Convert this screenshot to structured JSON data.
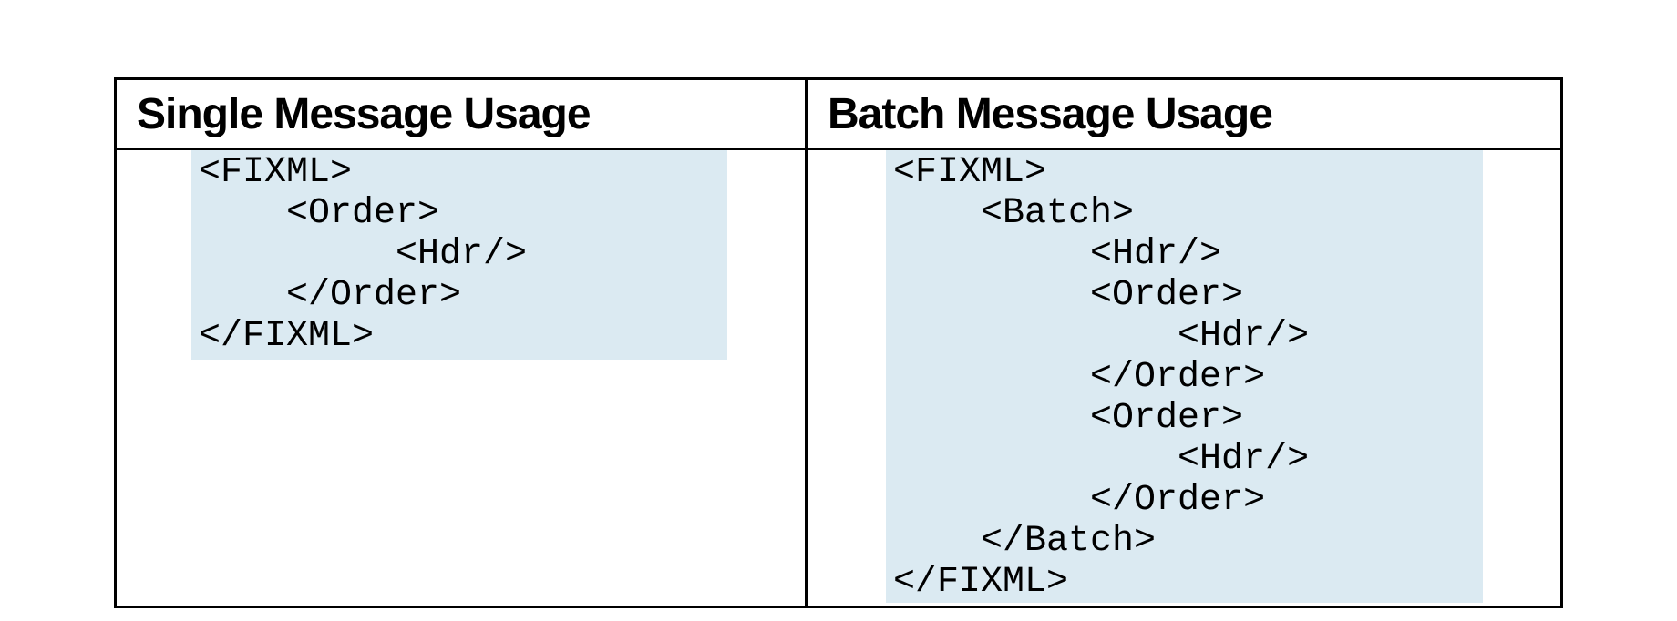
{
  "table": {
    "border_color": "#000000",
    "highlight_color": "#dbeaf2",
    "columns": [
      {
        "header": "Single Message Usage",
        "code_lines": [
          "<FIXML>",
          "    <Order>",
          "         <Hdr/>",
          "    </Order>",
          "</FIXML>"
        ]
      },
      {
        "header": "Batch Message Usage",
        "code_lines": [
          "<FIXML>",
          "    <Batch>",
          "         <Hdr/>",
          "         <Order>",
          "             <Hdr/>",
          "         </Order>",
          "         <Order>",
          "             <Hdr/>",
          "         </Order>",
          "    </Batch>",
          "</FIXML>"
        ]
      }
    ]
  }
}
